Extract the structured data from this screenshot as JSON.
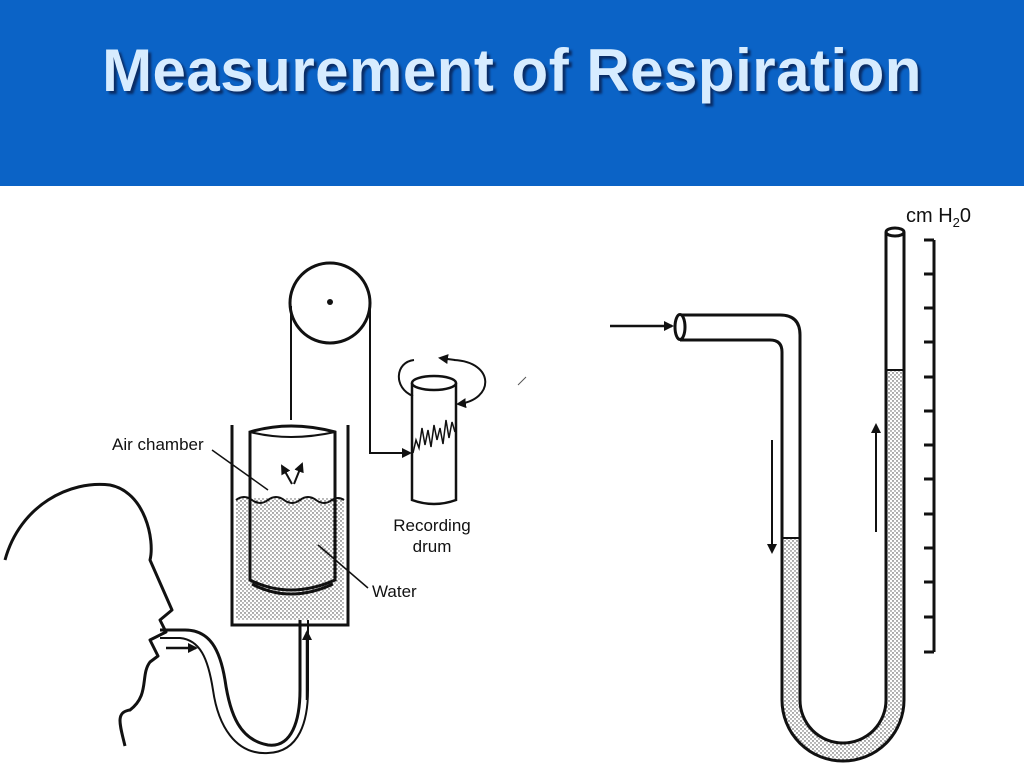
{
  "slide": {
    "title": "Measurement of Respiration"
  },
  "diagram": {
    "labels": {
      "air_chamber": "Air chamber",
      "recording_line1": "Recording",
      "recording_line2": "drum",
      "water": "Water",
      "unit_cm": "cm H",
      "unit_sub": "2",
      "unit_o": "0"
    }
  }
}
